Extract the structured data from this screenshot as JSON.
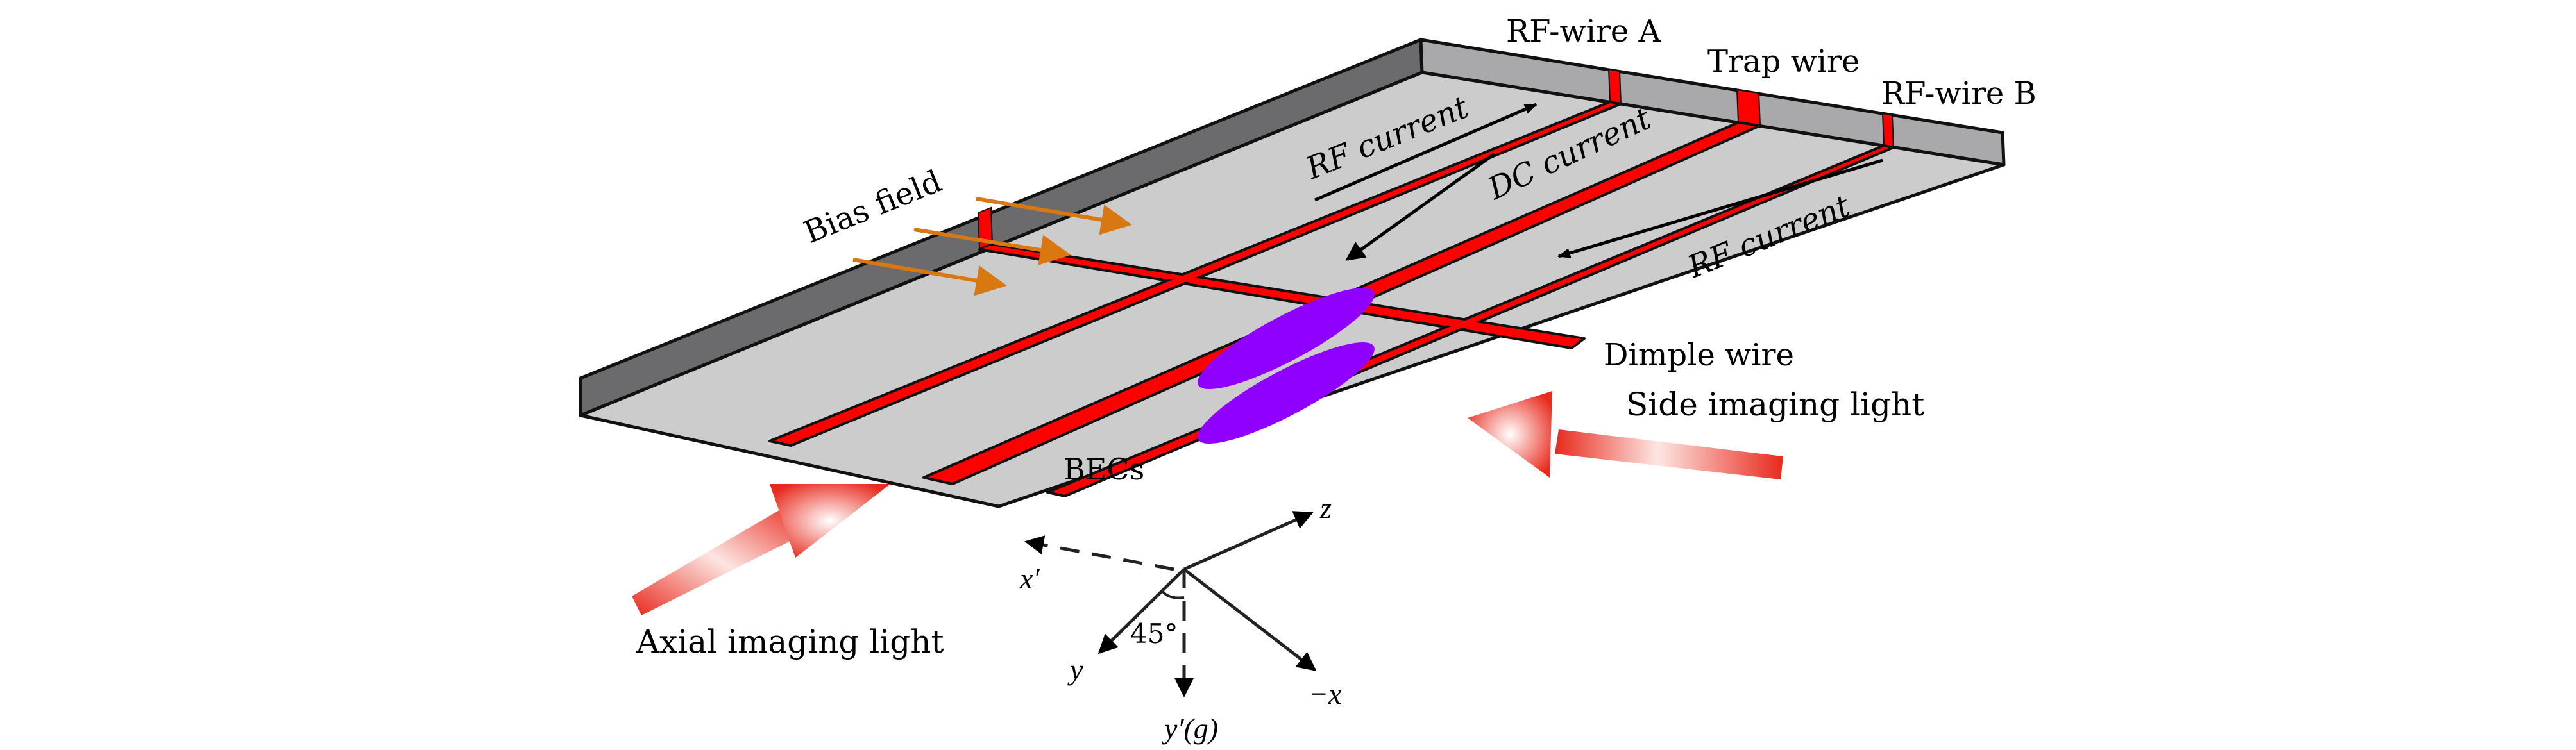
{
  "figure": {
    "title": "Atom chip setup with BECs",
    "labels": {
      "rf_wire_a": "RF-wire A",
      "trap_wire": "Trap wire",
      "rf_wire_b": "RF-wire B",
      "bias_field": "Bias field",
      "rf_current_top": "RF current",
      "dc_current": "DC current",
      "rf_current_bottom": "RF current",
      "dimple_wire": "Dimple wire",
      "side_imaging_light": "Side imaging light",
      "becs": "BECs",
      "axial_imaging_light": "Axial imaging light"
    },
    "axes": {
      "z": "z",
      "x_prime": "x′",
      "y": "y",
      "y_prime_g": "y′(g)",
      "minus_x": "−x",
      "angle": "45°"
    },
    "colors": {
      "wire": "#ff0000",
      "chip_surface": "#cccccc",
      "chip_wall_dark": "#6b6b6d",
      "chip_wall_light": "#a9a9ab",
      "bec": "#8f00ff",
      "bias_arrow": "#d97710",
      "imaging_light": "#e8291c",
      "outline": "#111111"
    }
  }
}
